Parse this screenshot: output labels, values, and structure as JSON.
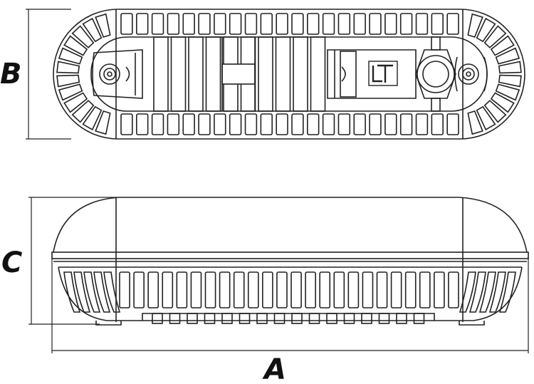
{
  "dimensions": {
    "length_label": "A",
    "width_label": "B",
    "height_label": "C"
  },
  "views": {
    "top_view": {
      "side_fin_count": 22,
      "central_bar_count": 10
    },
    "side_view": {
      "fin_count": 24
    }
  },
  "logo_text": "LT",
  "colors": {
    "line": "#222222",
    "background": "#ffffff"
  }
}
